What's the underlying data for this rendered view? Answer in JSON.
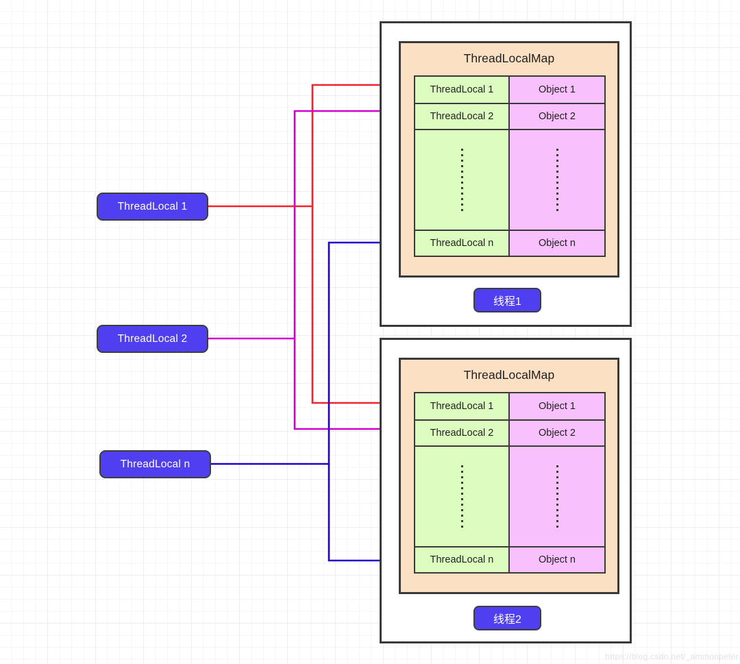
{
  "diagram": {
    "title": "ThreadLocal / ThreadLocalMap relationship diagram",
    "colors": {
      "pill_blue": "#4f3ff0",
      "panel_orange": "#fbe0c4",
      "key_green": "#ddfdc0",
      "value_pink": "#f8c0fc",
      "outline_dark": "#3a3a3a",
      "arrow_red": "#f5222d",
      "arrow_magenta": "#d000d0",
      "arrow_blue": "#2200cc",
      "canvas_white": "#ffffff",
      "grid_line": "#eceef0"
    },
    "sources": [
      {
        "id": "tl1",
        "label": "ThreadLocal 1",
        "color": "#f5222d"
      },
      {
        "id": "tl2",
        "label": "ThreadLocal 2",
        "color": "#d000d0"
      },
      {
        "id": "tln",
        "label": "ThreadLocal n",
        "color": "#2200cc"
      }
    ],
    "threads": [
      {
        "id": "thread1",
        "label": "线程1",
        "map_title": "ThreadLocalMap",
        "columns": [
          "key",
          "value"
        ],
        "rows": [
          {
            "key": "ThreadLocal 1",
            "value": "Object 1",
            "type": "entry"
          },
          {
            "key": "ThreadLocal 2",
            "value": "Object 2",
            "type": "entry"
          },
          {
            "key": "⋮",
            "value": "⋮",
            "type": "ellipsis"
          },
          {
            "key": "ThreadLocal n",
            "value": "Object n",
            "type": "entry"
          }
        ]
      },
      {
        "id": "thread2",
        "label": "线程2",
        "map_title": "ThreadLocalMap",
        "columns": [
          "key",
          "value"
        ],
        "rows": [
          {
            "key": "ThreadLocal 1",
            "value": "Object 1",
            "type": "entry"
          },
          {
            "key": "ThreadLocal 2",
            "value": "Object 2",
            "type": "entry"
          },
          {
            "key": "⋮",
            "value": "⋮",
            "type": "ellipsis"
          },
          {
            "key": "ThreadLocal n",
            "value": "Object n",
            "type": "entry"
          }
        ]
      }
    ],
    "watermark": "https://blog.csdn.net/_ammonpeter"
  }
}
